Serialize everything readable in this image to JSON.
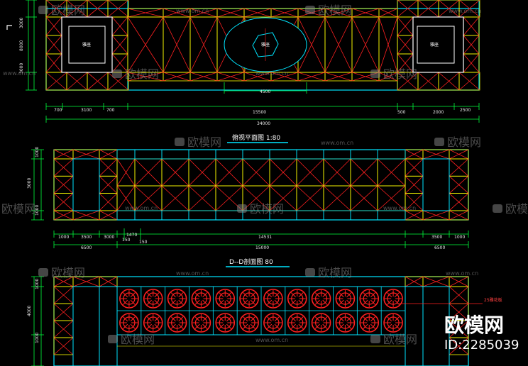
{
  "colors": {
    "background": "#000000",
    "cyan": "#00e5ff",
    "red": "#ff2020",
    "yellow": "#ffff00",
    "green": "#00ff3c",
    "white": "#ffffff",
    "watermark": "#8a8a8a"
  },
  "titles": {
    "plan": "俯视平面图 1:80",
    "section": "D--D剖面图 80"
  },
  "labels": {
    "room_left": "雅座",
    "room_center": "雅座",
    "room_right": "雅座",
    "annotation_right": "25雕花板"
  },
  "dims": {
    "top_row": [
      "700",
      "3100",
      "700",
      "15500",
      "500",
      "2000",
      "2500"
    ],
    "top_total": "34000",
    "ellipse_width": "4500",
    "mid_row": [
      "1000",
      "3500",
      "3000",
      "1470",
      "14531",
      "3500",
      "1000"
    ],
    "mid_small": [
      "150",
      "150"
    ],
    "mid_total_left": "6500",
    "mid_total_center": "15000",
    "mid_total_right": "6500",
    "left_top": [
      "3000",
      "8000",
      "3000"
    ],
    "left_mid": [
      "1000",
      "3000",
      "1000"
    ],
    "left_bottom": [
      "1000",
      "4000",
      "1000"
    ]
  },
  "watermark": {
    "brand": "欧模网",
    "url": "www.om.cn"
  },
  "brand": {
    "name": "欧模网",
    "id": "ID:2285039"
  }
}
